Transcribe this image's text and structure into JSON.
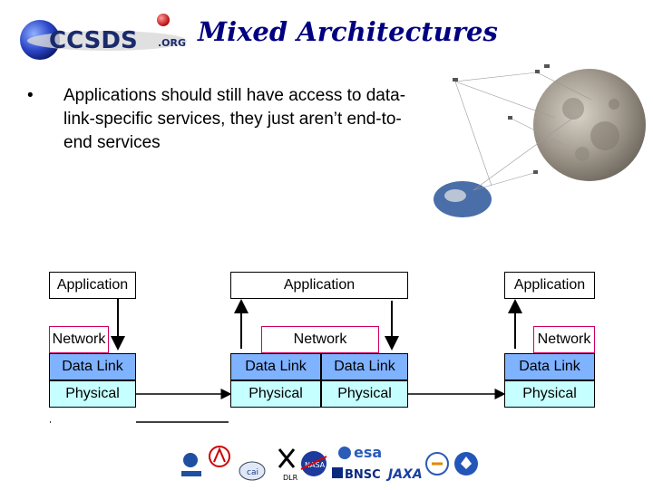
{
  "header": {
    "logo_text": "CCSDS",
    "logo_suffix": ".ORG",
    "title": "Mixed Architectures"
  },
  "bullet": {
    "symbol": "•",
    "text": "Applications should still have access to data-link-specific services, they just aren’t end-to-end services"
  },
  "stacks": {
    "left": {
      "application": "Application",
      "network": "Network",
      "data_link": "Data Link",
      "physical": "Physical"
    },
    "middle": {
      "application": "Application",
      "network": "Network",
      "data_link_a": "Data Link",
      "data_link_b": "Data Link",
      "physical_a": "Physical",
      "physical_b": "Physical"
    },
    "right": {
      "application": "Application",
      "network": "Network",
      "data_link": "Data Link",
      "physical": "Physical"
    }
  },
  "colors": {
    "title": "#000080",
    "data_link_fill": "#7fb2ff",
    "physical_fill": "#c6ffff",
    "network_border": "#d00060"
  },
  "footer": {
    "agency_logos": [
      "cnes-logo",
      "asi-logo",
      "cnsa-logo",
      "dlr-logo",
      "nasa-logo",
      "esa-logo",
      "bnsc-logo",
      "jaxa-logo",
      "inpe-logo",
      "csa-logo"
    ]
  }
}
